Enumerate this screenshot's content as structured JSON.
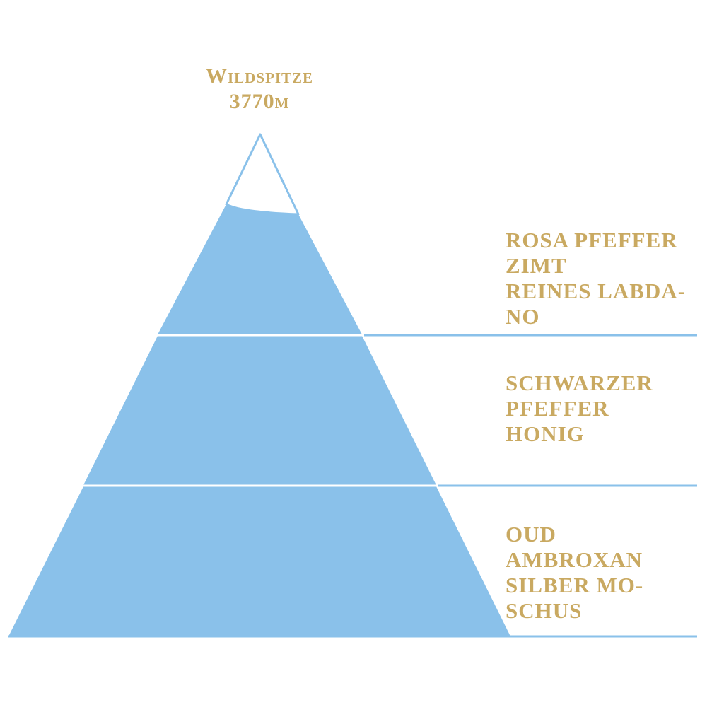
{
  "peak": {
    "name": "Wildspitze",
    "altitude": "3770m"
  },
  "tiers": [
    {
      "notes": [
        "ROSA PFEFFER",
        "ZIMT",
        "REINES LABDA-",
        "NO"
      ]
    },
    {
      "notes": [
        "SCHWARZER",
        "PFEFFER",
        "HONIG"
      ]
    },
    {
      "notes": [
        "OUD",
        "AMBROXAN",
        "SILBER MO-",
        "SCHUS"
      ]
    }
  ],
  "colors": {
    "pyramid_fill": "#8ac1ea",
    "line": "#8ac1ea",
    "text": "#c9a961",
    "snow": "#ffffff"
  }
}
